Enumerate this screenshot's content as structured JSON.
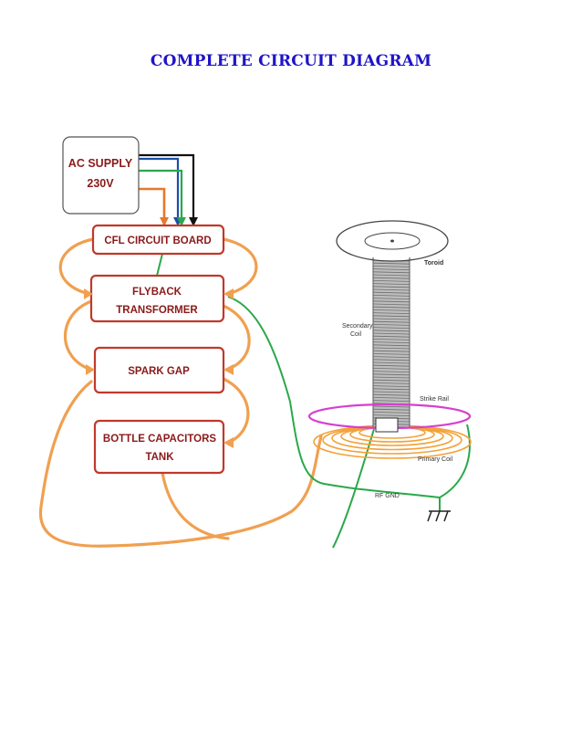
{
  "title": "COMPLETE CIRCUIT DIAGRAM",
  "colors": {
    "title": "#1f14c8",
    "box_border": "#c0392b",
    "box_text": "#8b1a1a",
    "orange_wire": "#f0a050",
    "green_wire": "#2aa84a",
    "blue_wire": "#1b4fa8",
    "black_wire": "#111111",
    "orange_supply": "#e8762b",
    "strike_rail": "#d63fd0",
    "primary_coil": "#f2a23a"
  },
  "blocks": {
    "ac_supply": {
      "line1": "AC SUPPLY",
      "line2": "230V"
    },
    "cfl_board": {
      "label": "CFL CIRCUIT BOARD"
    },
    "flyback": {
      "line1": "FLYBACK",
      "line2": "TRANSFORMER"
    },
    "spark_gap": {
      "label": "SPARK GAP"
    },
    "capacitors": {
      "line1": "BOTTLE CAPACITORS",
      "line2": "TANK"
    }
  },
  "coil_labels": {
    "toroid": "Toroid",
    "secondary_1": "Secondary",
    "secondary_2": "Coil",
    "strike_rail": "Strike Rail",
    "primary_coil": "Primary Coil",
    "rf_gnd": "RF GND"
  },
  "icons": [
    "ground-icon"
  ]
}
